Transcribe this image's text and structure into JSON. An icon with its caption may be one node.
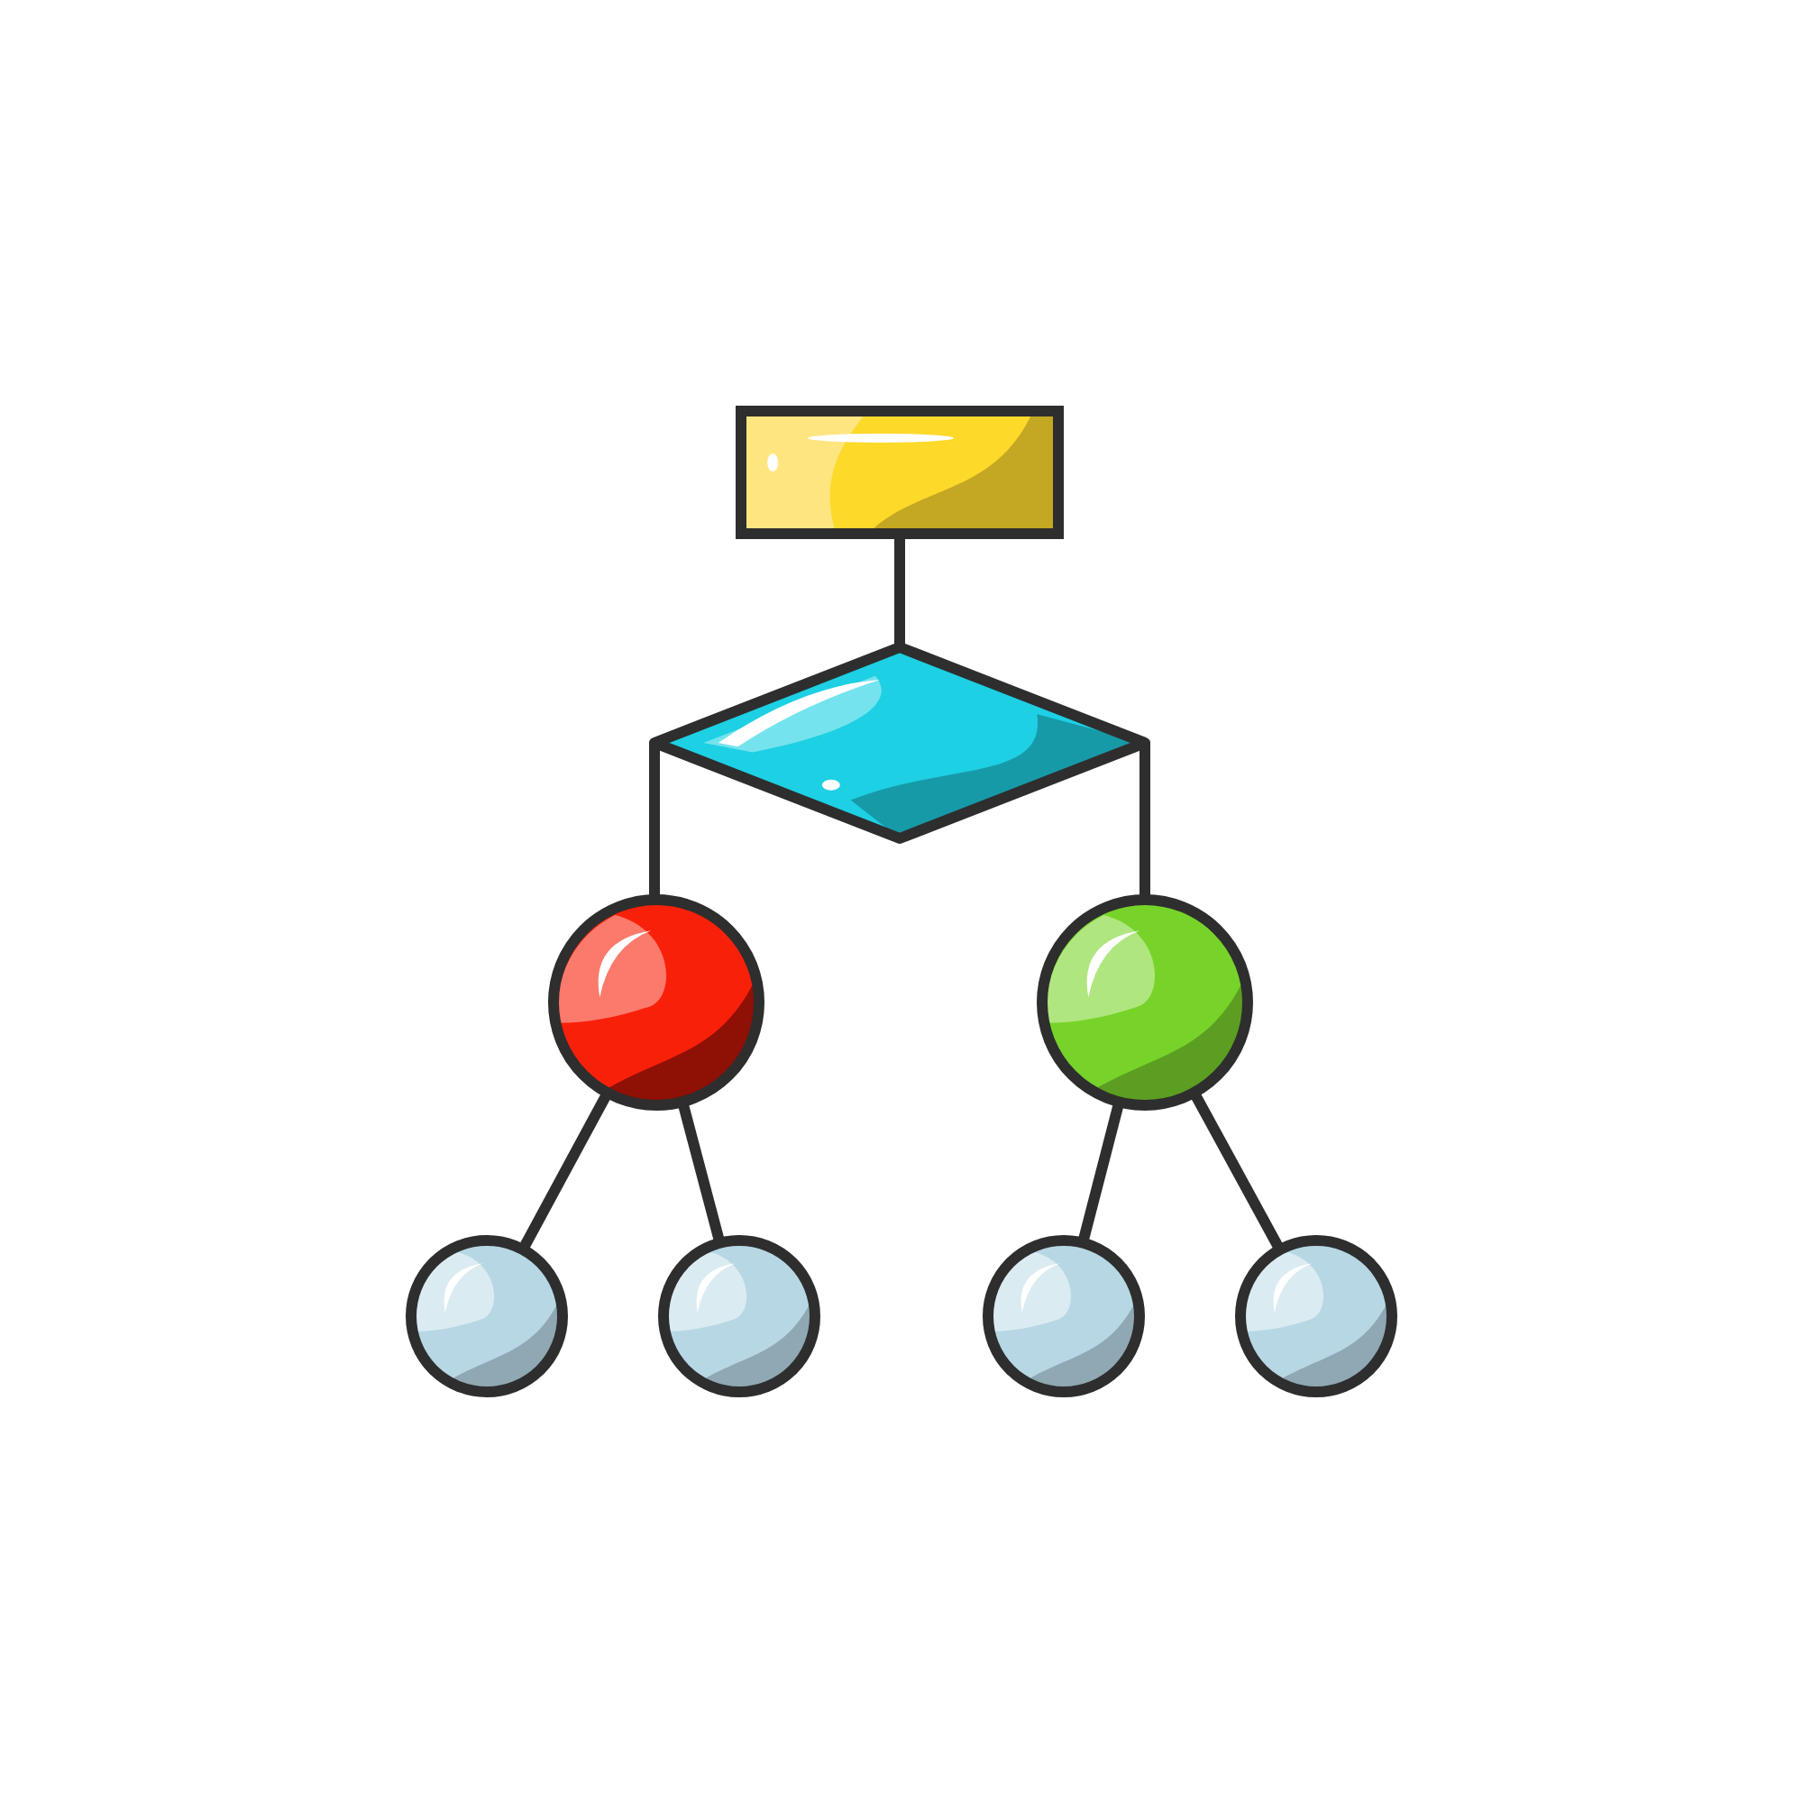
{
  "diagram": {
    "nodes": [
      {
        "text": [],
        "shape": "box"
      },
      {
        "text": [],
        "shape": "diamond"
      },
      {
        "text": [],
        "shape": "circle"
      },
      {
        "text": [],
        "shape": "circle"
      },
      {
        "text": [],
        "shape": "circle"
      },
      {
        "text": [],
        "shape": "circle"
      },
      {
        "text": [],
        "shape": "circle"
      },
      {
        "text": [],
        "shape": "circle"
      }
    ],
    "edges": [
      {
        "from": 0,
        "to": 1,
        "arrow": "none"
      },
      {
        "from": 1,
        "to": 2,
        "arrow": "none"
      },
      {
        "from": 1,
        "to": 3,
        "arrow": "none"
      },
      {
        "from": 2,
        "to": 4,
        "arrow": "none"
      },
      {
        "from": 2,
        "to": 5,
        "arrow": "none"
      },
      {
        "from": 3,
        "to": 6,
        "arrow": "none"
      },
      {
        "from": 3,
        "to": 7,
        "arrow": "none"
      }
    ]
  }
}
